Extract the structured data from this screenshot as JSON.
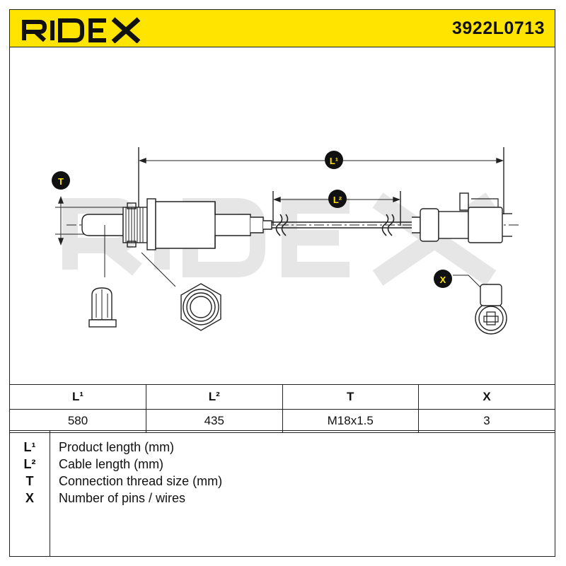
{
  "brand": {
    "name": "RIDEX",
    "header_color": "#ffe400"
  },
  "part_number": "3922L0713",
  "drawing": {
    "callouts": {
      "l1": "L¹",
      "l2": "L²",
      "t": "T",
      "x": "X"
    },
    "watermark": "RIDEX"
  },
  "table": {
    "headers": [
      "L¹",
      "L²",
      "T",
      "X"
    ],
    "values": [
      "580",
      "435",
      "M18x1.5",
      "3"
    ]
  },
  "legend": [
    {
      "symbol": "L¹",
      "text": "Product length (mm)"
    },
    {
      "symbol": "L²",
      "text": "Cable length (mm)"
    },
    {
      "symbol": "T",
      "text": "Connection thread size (mm)"
    },
    {
      "symbol": "X",
      "text": "Number of pins / wires"
    }
  ]
}
